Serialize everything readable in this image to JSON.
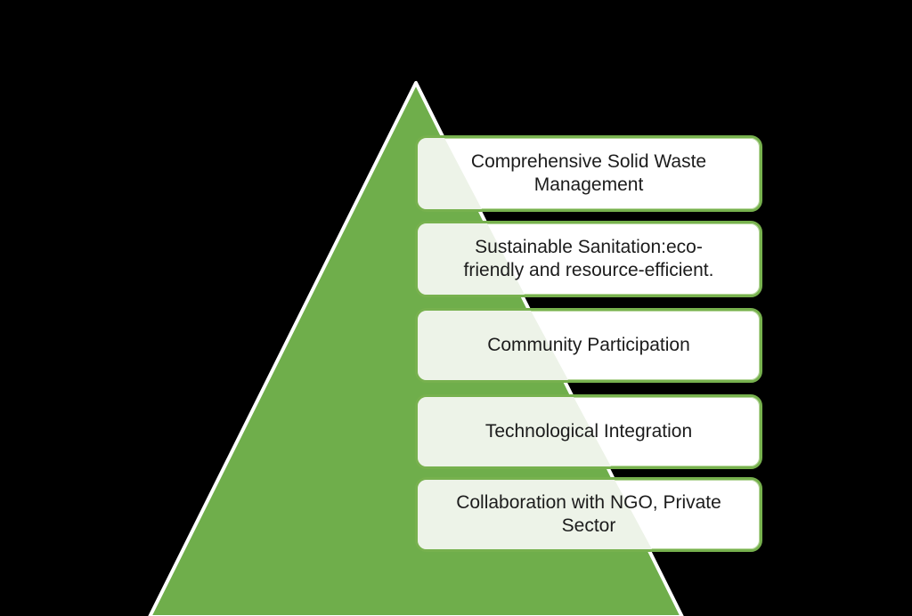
{
  "background_color": "#000000",
  "pyramid": {
    "shape": "triangle",
    "fill_color": "#6fae4b",
    "outline_color": "#ffffff"
  },
  "boxes": {
    "fill_color": "#ffffff",
    "overlay_tint_color": "#edf3e8",
    "border_color": "#77b14e",
    "text_color": "#1c1c1c",
    "items": [
      {
        "label": "Comprehensive Solid Waste\nManagement"
      },
      {
        "label": "Sustainable Sanitation:eco-\nfriendly and resource-efficient."
      },
      {
        "label": "Community Participation"
      },
      {
        "label": "Technological Integration"
      },
      {
        "label": "Collaboration with NGO, Private\nSector"
      }
    ]
  }
}
